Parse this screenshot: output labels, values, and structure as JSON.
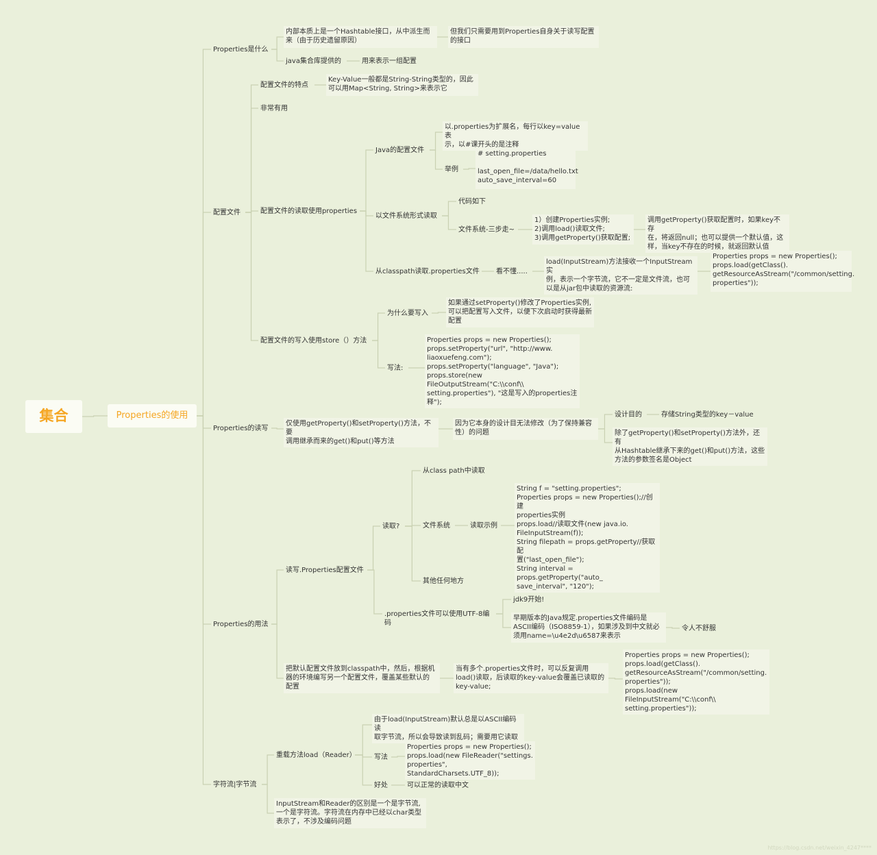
{
  "root": "集合",
  "main": "Properties的使用",
  "n": {
    "b1": "Properties是什么",
    "b1a": "内部本质上是一个Hashtable接口，从中派生而\n来（由于历史遗留原因）",
    "b1a1": "但我们只需要用到Properties自身关于读写配置\n的接口",
    "b1b": "java集合库提供的",
    "b1b1": "用来表示一组配置",
    "b2": "配置文件",
    "b2a": "配置文件的特点",
    "b2a1": "Key-Value一般都是String-String类型的，因此\n可以用Map<String, String>来表示它",
    "b2b": "非常有用",
    "b2c": "配置文件的读取使用properties",
    "b2c1": "Java的配置文件",
    "b2c1a": "以.properties为扩展名，每行以key=value表\n示，以#课开头的是注释",
    "b2c1b": "举例",
    "b2c1b1": "# setting.properties\n\nlast_open_file=/data/hello.txt\nauto_save_interval=60",
    "b2c2": "以文件系统形式读取",
    "b2c2a": "代码如下",
    "b2c2b": "文件系统-三步走~",
    "b2c2b1": "1）创建Properties实例;\n2)调用load()读取文件;\n3)调用getProperty()获取配置;",
    "b2c2b1a": "调用getProperty()获取配置时，如果key不存\n在，将返回null；也可以提供一个默认值，这\n样，当key不存在的时候，就返回默认值",
    "b2c3": "从classpath读取.properties文件",
    "b2c3a": "看不懂.....",
    "b2c3a1": "load(InputStream)方法接收一个InputStream实\n例，表示一个字节流，它不一定是文件流，也可\n以是从jar包中读取的资源流:",
    "b2c3a1a": "Properties props = new Properties();\nprops.load(getClass().\ngetResourceAsStream(\"/common/setting.\nproperties\"));",
    "b2d": "配置文件的写入使用store（）方法",
    "b2d1": "为什么要写入",
    "b2d1a": "如果通过setProperty()修改了Properties实例,\n可以把配置写入文件，以便下次启动时获得最新\n配置",
    "b2d2": "写法:",
    "b2d2a": "Properties props = new Properties();\nprops.setProperty(\"url\", \"http://www.\nliaoxuefeng.com\");\nprops.setProperty(\"language\", \"Java\");\nprops.store(new FileOutputStream(\"C:\\\\conf\\\\\nsetting.properties\"), \"这是写入的properties注\n释\");",
    "b3": "Properties的读写",
    "b3a": "仅使用getProperty()和setProperty()方法，不要\n调用继承而来的get()和put()等方法",
    "b3a1": "因为它本身的设计目无法修改（为了保持兼容\n性）的问题",
    "b3a1a": "设计目的",
    "b3a1a1": "存储String类型的key－value",
    "b3a1b": "除了getProperty()和setProperty()方法外，还有\n从Hashtable继承下来的get()和put()方法，这些\n方法的参数签名是Object",
    "b4": "Properties的用法",
    "b4a": "读写.Properties配置文件",
    "b4a1": "读取?",
    "b4a1a": "从class path中读取",
    "b4a1b": "文件系统",
    "b4a1b1": "读取示例",
    "b4a1b1a": "String f = \"setting.properties\";\nProperties props = new Properties();//创建\nproperties实例\nprops.load//读取文件(new java.io.\nFileInputStream(f));\nString filepath = props.getProperty//获取配\n置(\"last_open_file\");\nString interval = props.getProperty(\"auto_\nsave_interval\", \"120\");",
    "b4a1c": "其他任何地方",
    "b4a2": ".properties文件可以使用UTF-8编码",
    "b4a2a": "jdk9开始!",
    "b4a2b": "早期版本的Java规定.properties文件编码是\nASCII编码（ISO8859-1），如果涉及到中文就必\n须用name=\\u4e2d\\u6587来表示",
    "b4a2b1": "令人不舒服",
    "b4b": "把默认配置文件放到classpath中，然后，根据机\n器的环境编写另一个配置文件，覆盖某些默认的\n配置",
    "b4b1": "当有多个.properties文件时，可以反复调用\nload()读取，后读取的key-value会覆盖已读取的\nkey-value;",
    "b4b1a": "Properties props = new Properties();\nprops.load(getClass().\ngetResourceAsStream(\"/common/setting.\nproperties\"));\nprops.load(new FileInputStream(\"C:\\\\conf\\\\\nsetting.properties\"));",
    "b5": "字符流|字节流",
    "b5a": "重载方法load（Reader）",
    "b5a1": "由于load(InputStream)默认总是以ASCII编码读\n取字节流，所以会导致读到乱码；需要用它读取",
    "b5a2": "写法",
    "b5a2a": "Properties props = new Properties();\nprops.load(new FileReader(\"settings.\nproperties\", StandardCharsets.UTF_8));",
    "b5a3": "好处",
    "b5a3a": "可以正常的读取中文",
    "b5b": "InputStream和Reader的区别是一个是字节流,\n一个是字符流。字符流在内存中已经以char类型\n表示了，不涉及编码问题"
  },
  "watermark": "https://blog.csdn.net/weixin_4247****",
  "colors": {
    "accent": "#f5a623",
    "background": "#eaf0db",
    "line": "#c9d1b2"
  }
}
